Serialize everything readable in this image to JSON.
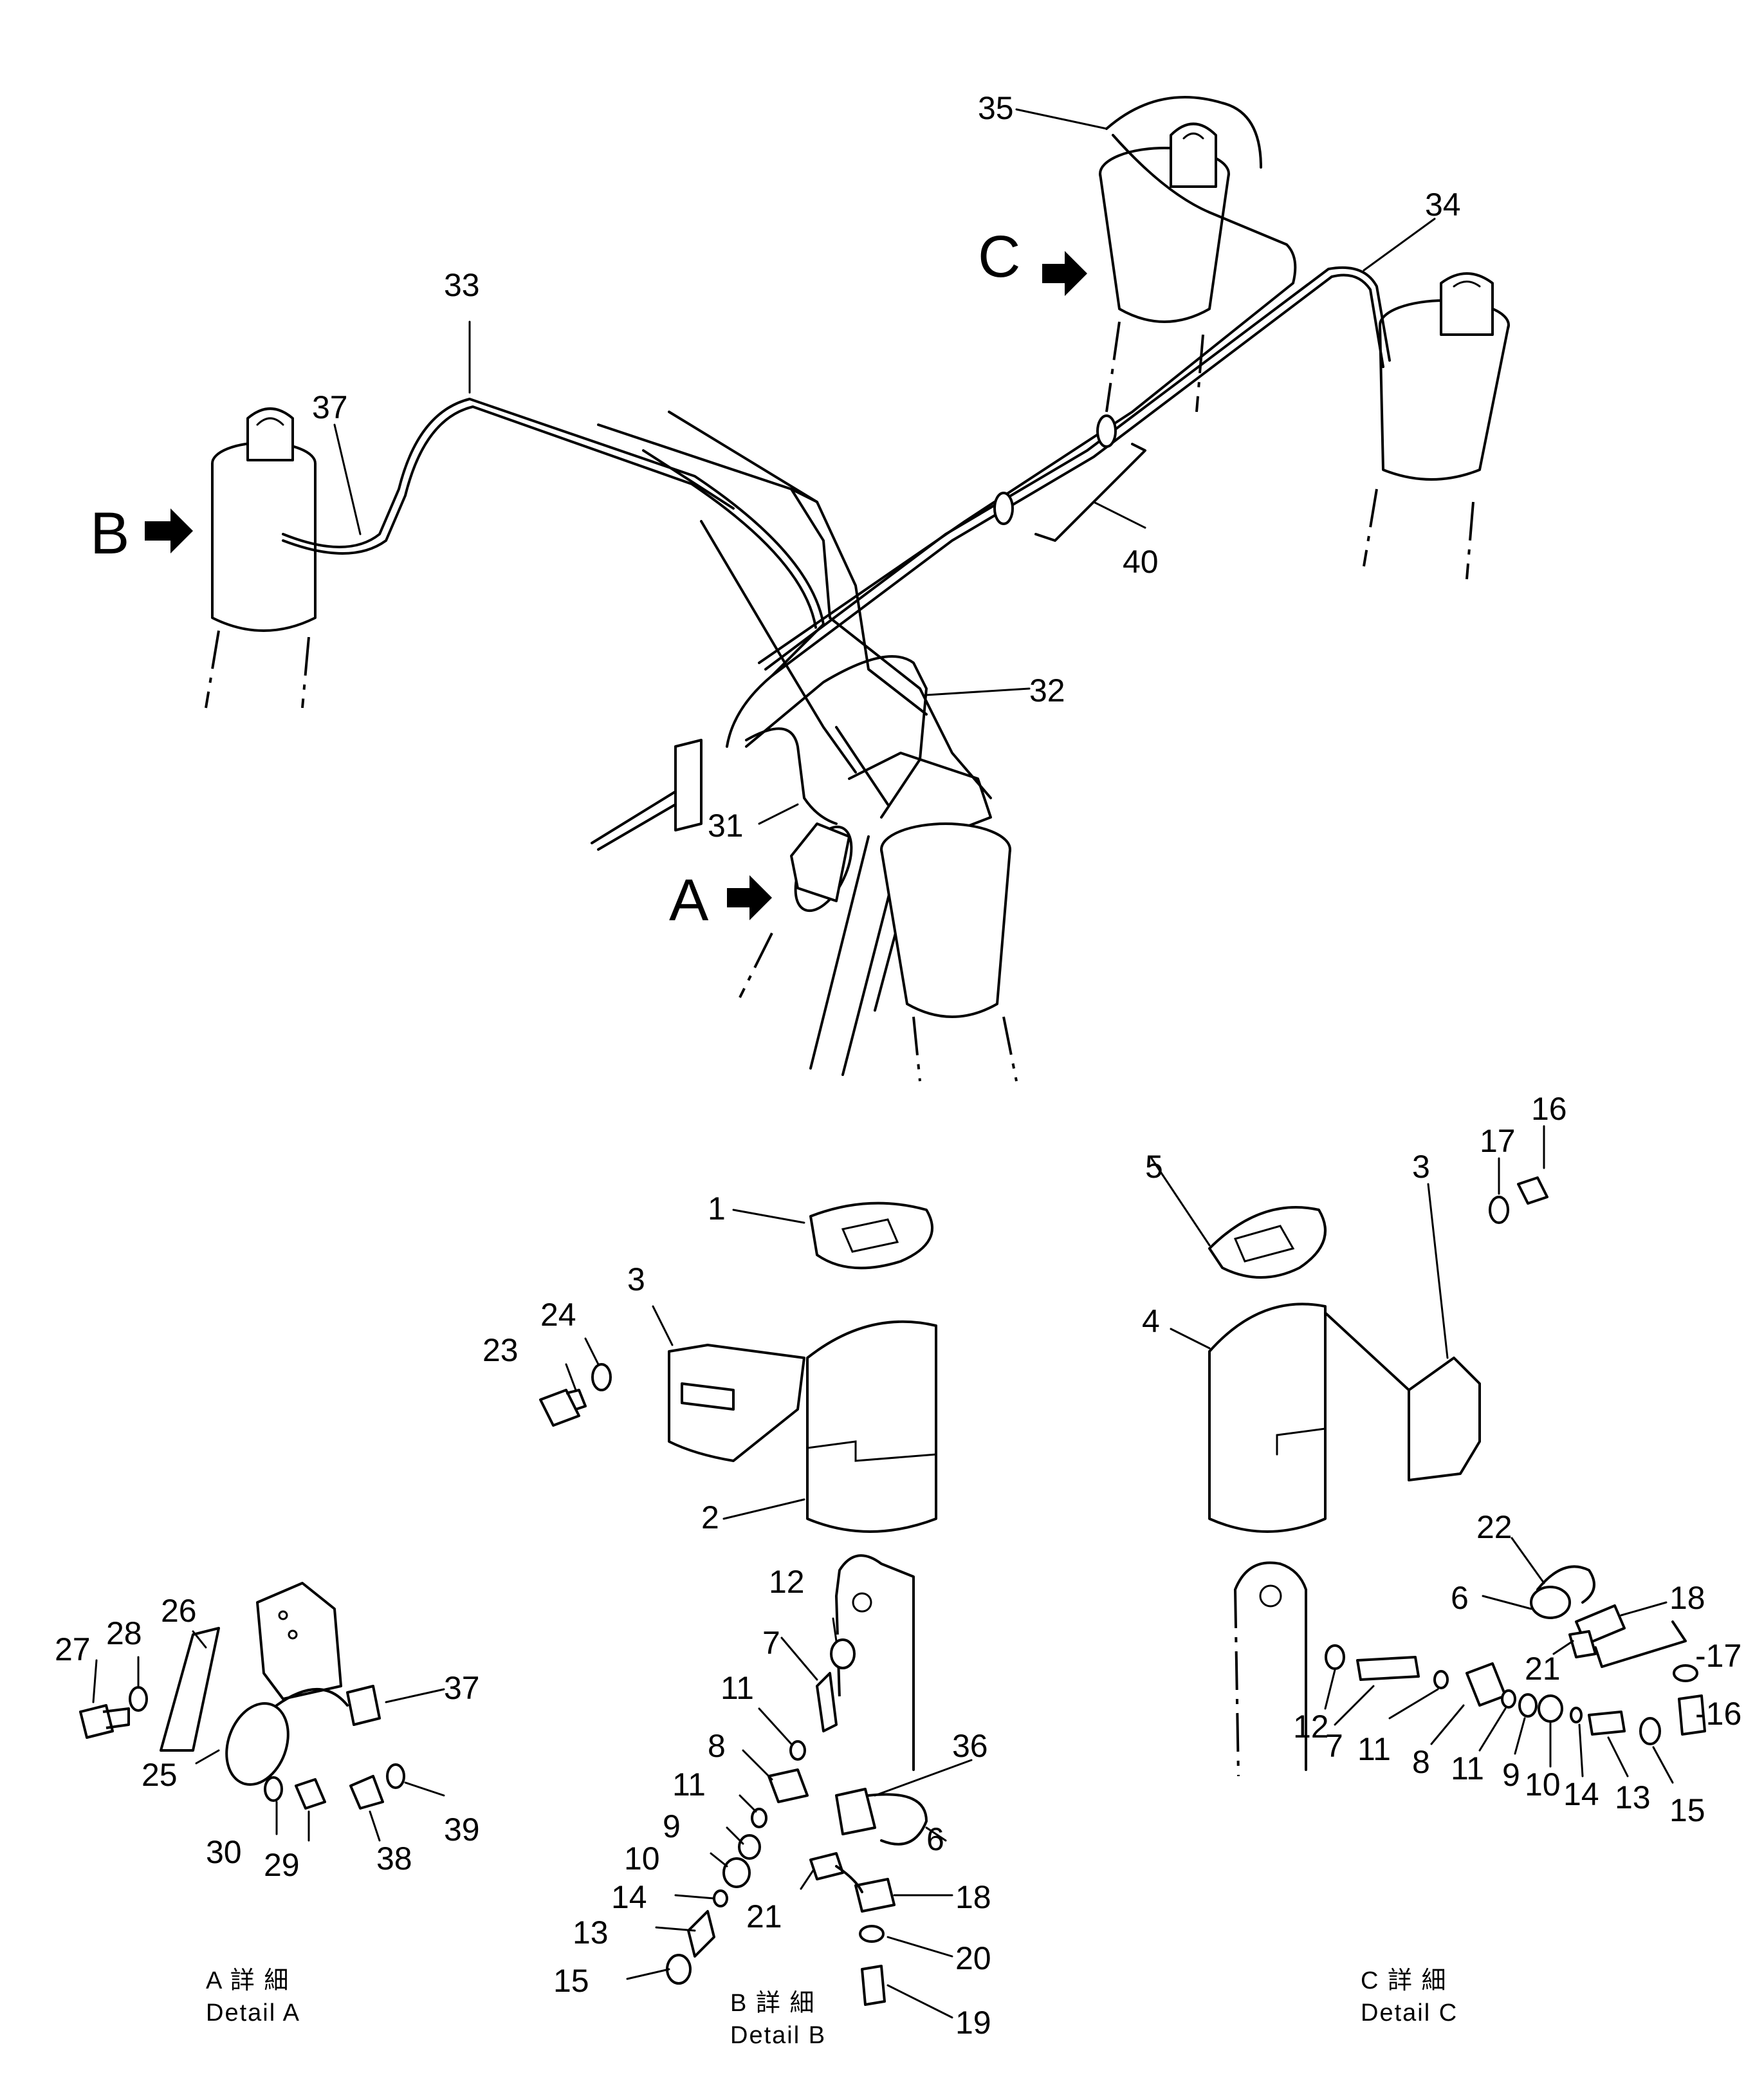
{
  "callouts": {
    "c1": "1",
    "c2": "2",
    "c3a": "3",
    "c3b": "3",
    "c4": "4",
    "c5": "5",
    "c6a": "6",
    "c6b": "6",
    "c7a": "7",
    "c7b": "7",
    "c8a": "8",
    "c8b": "8",
    "c9a": "9",
    "c9b": "9",
    "c10a": "10",
    "c10b": "10",
    "c11a": "11",
    "c11b": "11",
    "c11c": "11",
    "c11d": "11",
    "c12a": "12",
    "c12b": "12",
    "c13a": "13",
    "c13b": "13",
    "c14a": "14",
    "c14b": "14",
    "c15a": "15",
    "c15b": "15",
    "c16a": "16",
    "c16b": "-16",
    "c17a": "17",
    "c17b": "-17",
    "c18a": "18",
    "c18b": "18",
    "c19": "19",
    "c20": "20",
    "c21a": "21",
    "c21b": "21",
    "c22": "22",
    "c23": "23",
    "c24": "24",
    "c25": "25",
    "c26": "26",
    "c27": "27",
    "c28": "28",
    "c29": "29",
    "c30": "30",
    "c31": "31",
    "c32": "32",
    "c33": "33",
    "c34": "34",
    "c35": "35",
    "c36": "36",
    "c37a": "37",
    "c37b": "37",
    "c38": "38",
    "c39": "39",
    "c40": "40"
  },
  "view_markers": {
    "a": "A",
    "b": "B",
    "c": "C"
  },
  "captions": {
    "detail_a_jp": "A 詳 細",
    "detail_a_en": "Detail A",
    "detail_b_jp": "B 詳 細",
    "detail_b_en": "Detail B",
    "detail_c_jp": "C 詳 細",
    "detail_c_en": "Detail C"
  }
}
